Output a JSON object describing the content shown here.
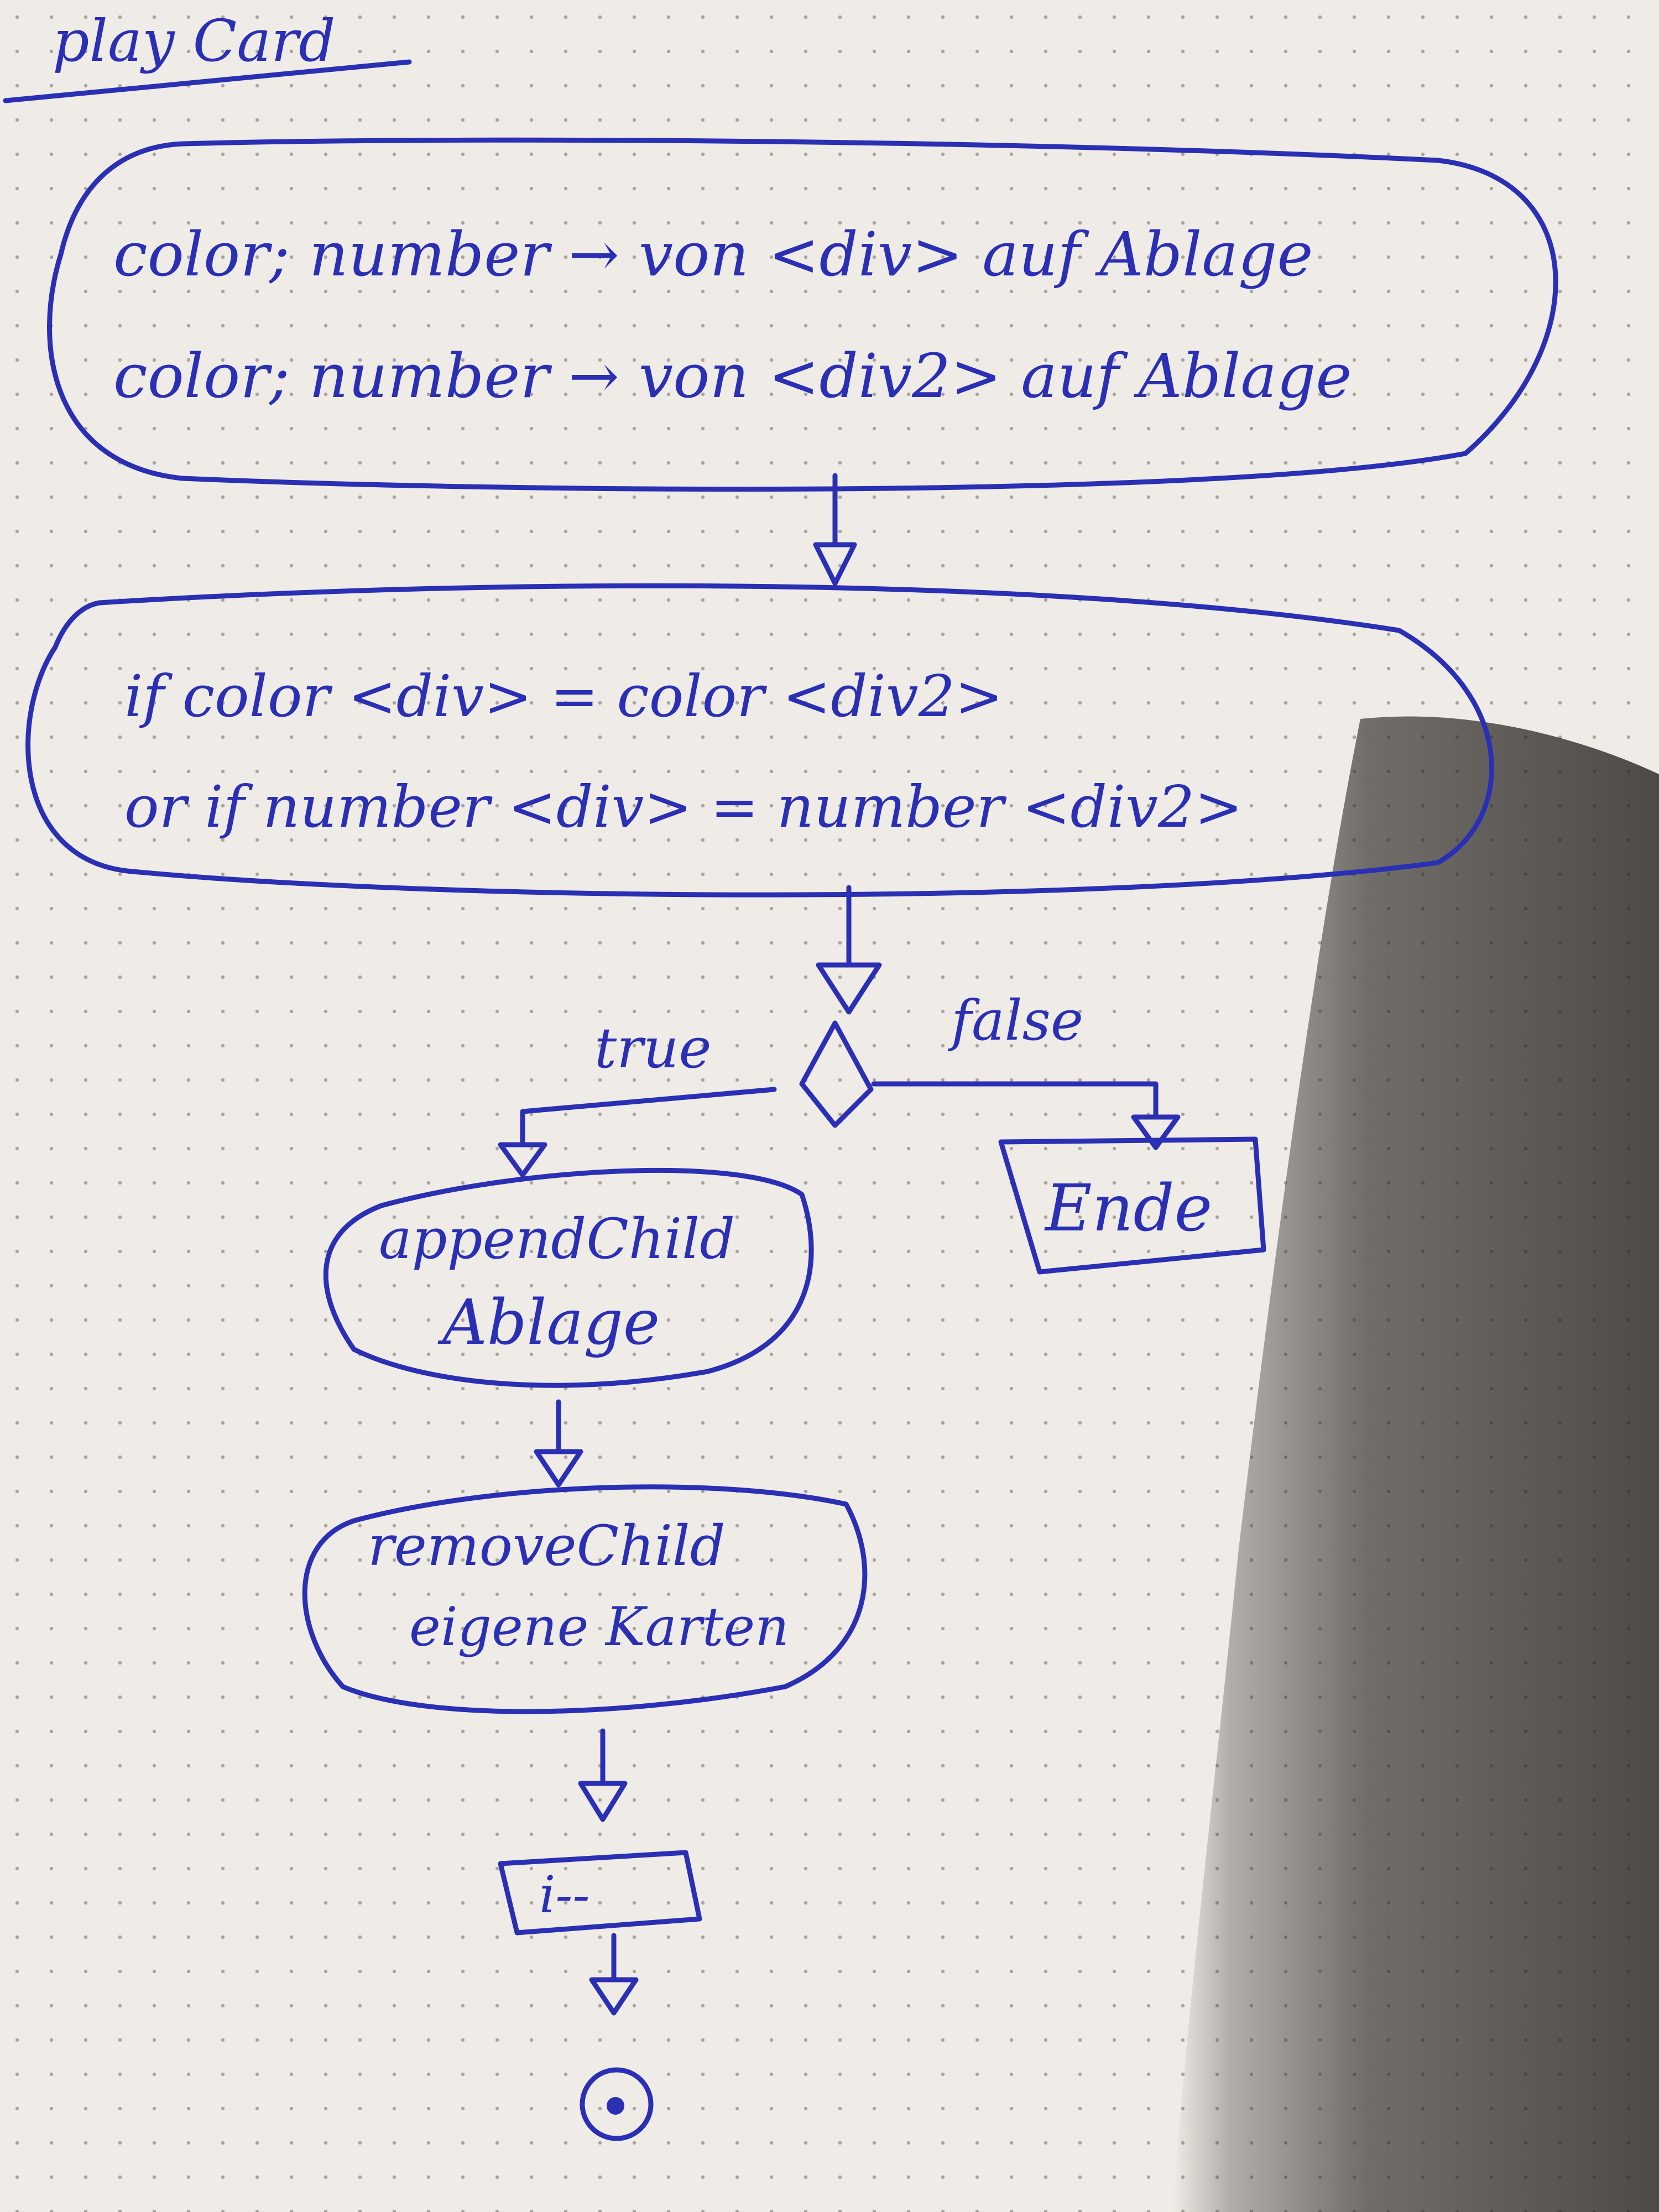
{
  "ink_color": "#2a2fb4",
  "paper_color": "#efebe6",
  "title": "play Card",
  "nodes": {
    "read_values": {
      "line1": "color; number → von <div> auf Ablage",
      "line2": "color; number → von <div2> auf Ablage"
    },
    "condition": {
      "line1": "if color <div> = color <div2>",
      "line2": "or if number <div> = number <div2>"
    },
    "append": {
      "line1": "appendChild",
      "line2": "Ablage"
    },
    "remove": {
      "line1": "removeChild",
      "line2": "eigene Karten"
    },
    "decrement": {
      "label": "i--"
    },
    "end": {
      "label": "Ende"
    }
  },
  "edges": {
    "true_label": "true",
    "false_label": "false"
  },
  "final_node_icon": "activity-final-node-icon"
}
